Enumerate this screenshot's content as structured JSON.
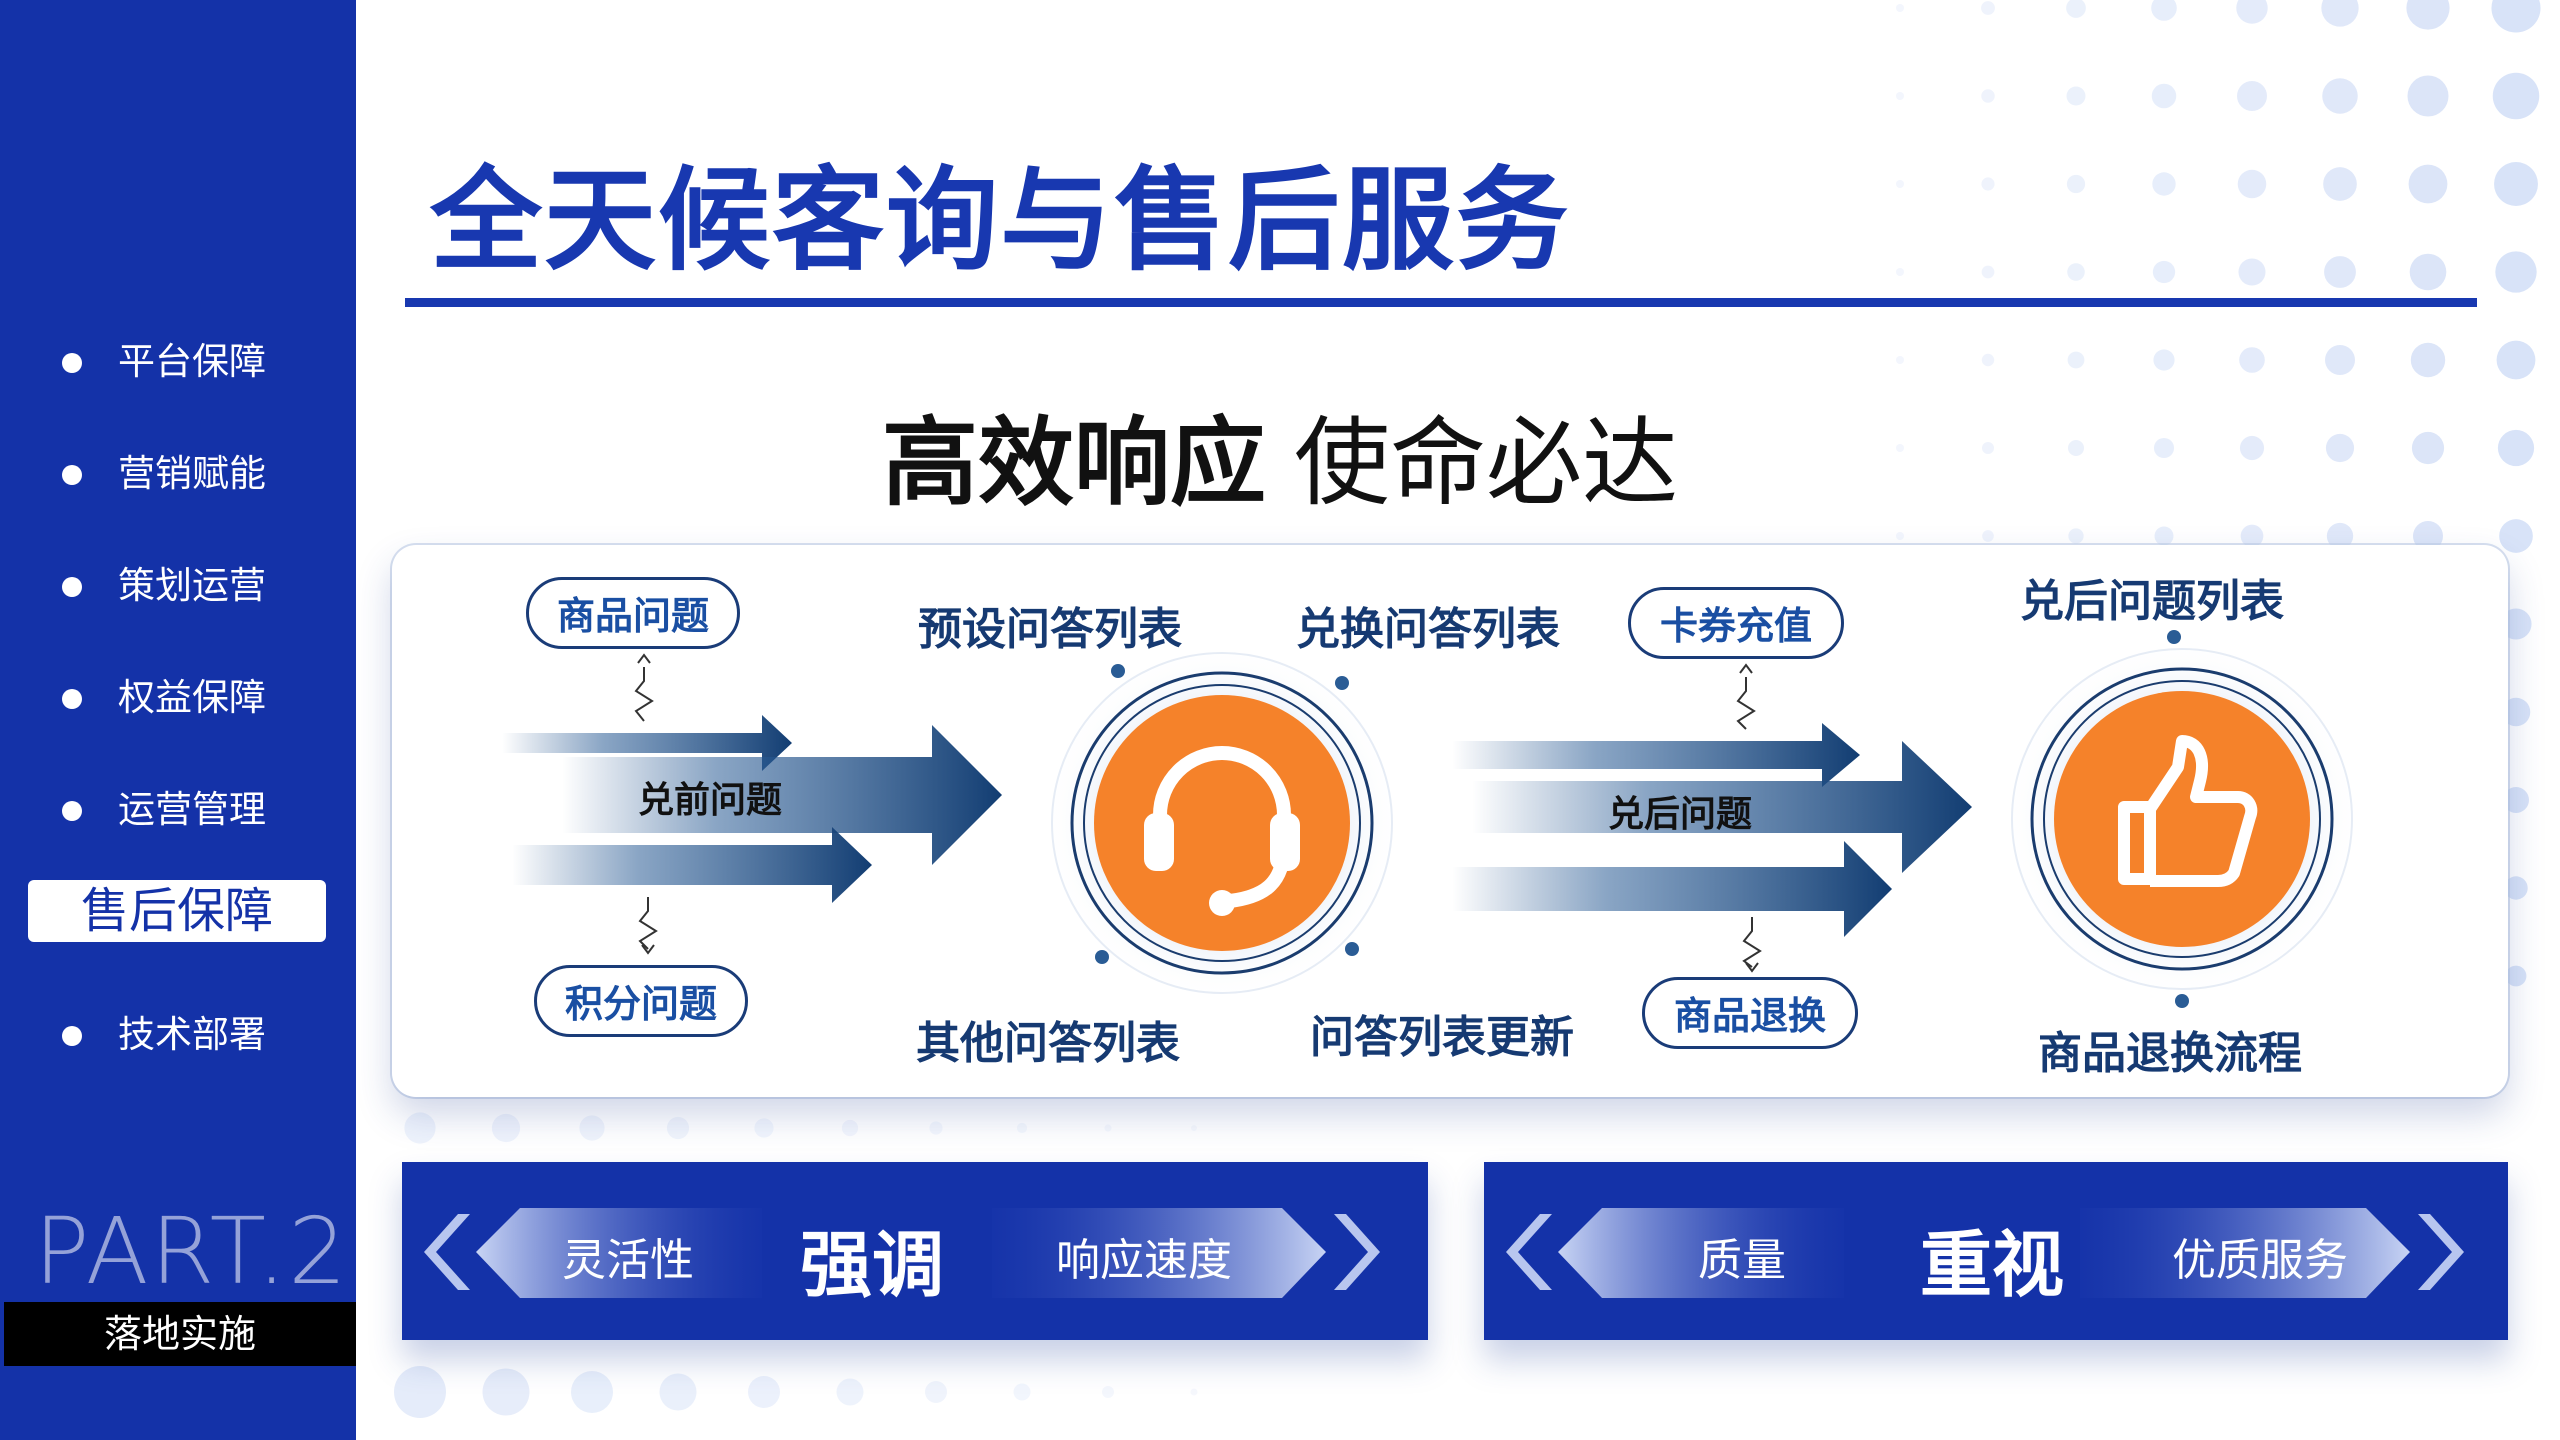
{
  "sidebar": {
    "items": [
      {
        "label": "平台保障"
      },
      {
        "label": "营销赋能"
      },
      {
        "label": "策划运营"
      },
      {
        "label": "权益保障"
      },
      {
        "label": "运营管理"
      },
      {
        "label": "售后保障"
      },
      {
        "label": "技术部署"
      }
    ],
    "active_index": 5,
    "part_title": "PART.2",
    "part_subtitle": "落地实施"
  },
  "header": {
    "title": "全天候客询与售后服务",
    "subtitle_strong": "高效响应",
    "subtitle_light": "使命必达"
  },
  "flow": {
    "pre_sale": {
      "pill_top": "商品问题",
      "pill_bottom": "积分问题",
      "arrow_label": "兑前问题"
    },
    "service_hub": {
      "label_top_left": "预设问答列表",
      "label_top_right": "兑换问答列表",
      "label_bottom_left": "其他问答列表",
      "label_bottom_right": "问答列表更新",
      "icon": "headset-icon"
    },
    "post_sale": {
      "pill_top": "卡券充值",
      "pill_bottom": "商品退换",
      "arrow_label": "兑后问题"
    },
    "result_hub": {
      "label_top": "兑后问题列表",
      "label_bottom": "商品退换流程",
      "icon": "thumbs-up-icon"
    }
  },
  "bottom": {
    "left": {
      "left_label": "灵活性",
      "center_label": "强调",
      "right_label": "响应速度"
    },
    "right": {
      "left_label": "质量",
      "center_label": "重视",
      "right_label": "优质服务"
    }
  },
  "colors": {
    "brand_blue": "#1432a8",
    "accent_orange": "#f5822a",
    "navy": "#163a72"
  }
}
